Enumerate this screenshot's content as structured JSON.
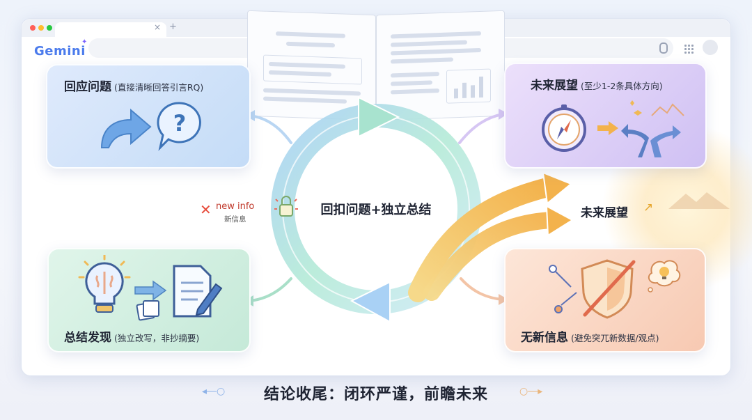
{
  "browser": {
    "logo": "Gemini",
    "tab_close": "×",
    "tab_new": "+"
  },
  "cards": {
    "top_left": {
      "title": "回应问题",
      "subtitle": "(直接清晰回答引言RQ)"
    },
    "top_right": {
      "title": "未来展望",
      "subtitle": "(至少1-2条具体方向)"
    },
    "bottom_left": {
      "title": "总结发现",
      "subtitle": "(独立改写，非抄摘要)"
    },
    "bottom_right": {
      "title": "无新信息",
      "subtitle": "(避免突兀新数据/观点)"
    }
  },
  "center": {
    "label": "回扣问题+独立总结",
    "blocked_label": "new info",
    "blocked_sub": "新信息",
    "future_label": "未来展望"
  },
  "footer": {
    "text": "结论收尾：闭环严谨，前瞻未来"
  },
  "colors": {
    "blue": "#bcd6f7",
    "purple": "#d9c9f5",
    "green": "#c9ecdc",
    "orange": "#f9d3be",
    "accent": "#4b7bec"
  },
  "icons": [
    "arrow-turn-icon",
    "question-bubble-icon",
    "compass-icon",
    "fork-road-icon",
    "brain-bulb-icon",
    "document-pen-icon",
    "shield-slash-icon",
    "lightbulb-thought-icon",
    "lock-icon",
    "x-icon",
    "trend-arrow-icon"
  ]
}
